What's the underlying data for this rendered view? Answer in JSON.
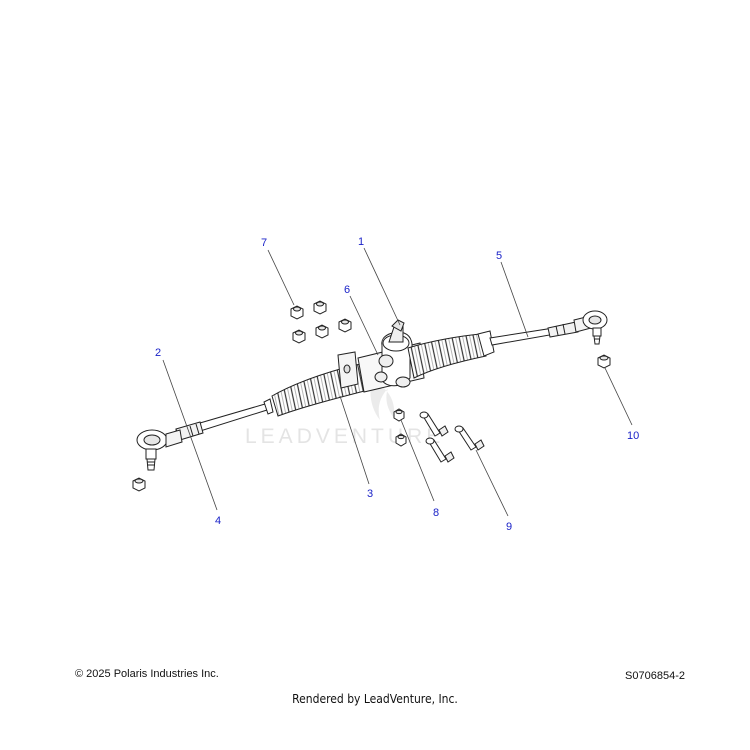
{
  "diagram": {
    "callouts": [
      "1",
      "2",
      "3",
      "4",
      "5",
      "6",
      "7",
      "8",
      "9",
      "10"
    ],
    "watermark": "LEADVENTURE",
    "colors": {
      "callout": "#1a22c8",
      "line": "#222222",
      "leader": "#444444",
      "watermark": "#e4e4e4"
    }
  },
  "footer": {
    "copyright": "© 2025 Polaris Industries Inc.",
    "drawing_id": "S0706854-2",
    "rendered_by": "Rendered by LeadVenture, Inc."
  }
}
